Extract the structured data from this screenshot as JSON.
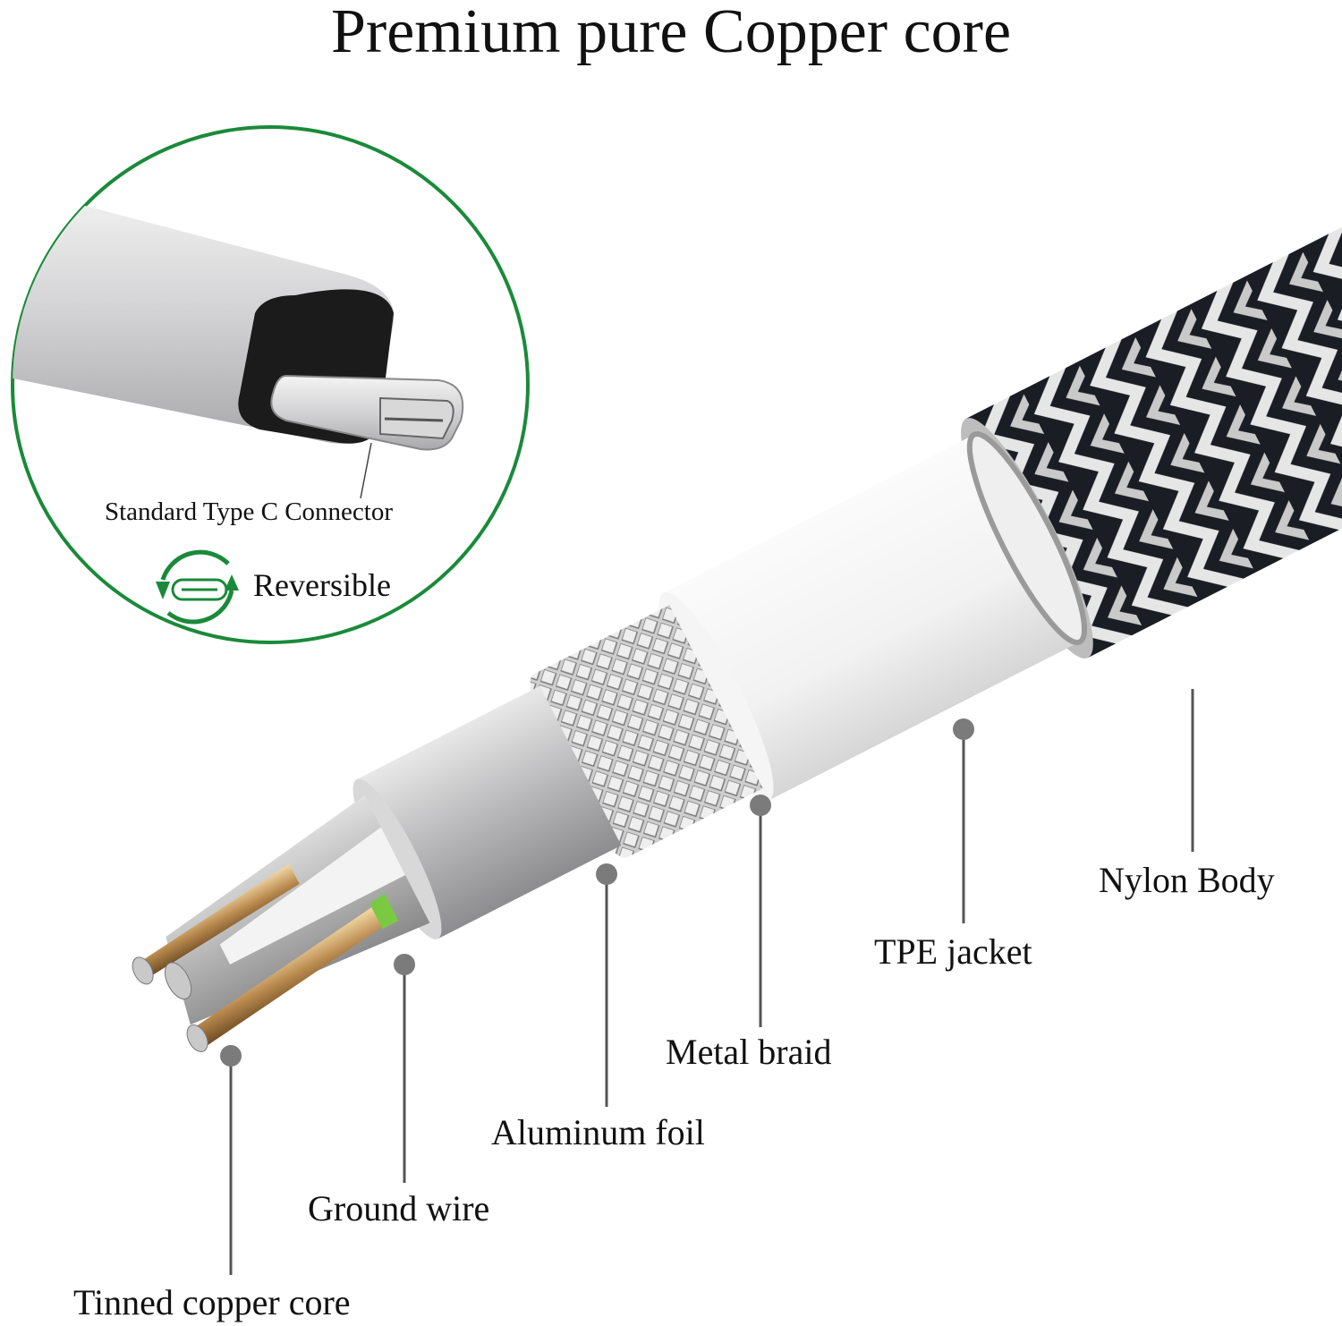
{
  "title": "Premium pure Copper core",
  "inset": {
    "connector_label": "Standard Type C Connector",
    "reversible_label": "Reversible",
    "reversible_icon": "rotate-arrows-usb-c-icon",
    "ring_color": "#1a8a3a"
  },
  "callouts": [
    {
      "label": "Tinned copper core"
    },
    {
      "label": "Ground wire"
    },
    {
      "label": "Aluminum foil"
    },
    {
      "label": "Metal braid"
    },
    {
      "label": "TPE jacket"
    },
    {
      "label": "Nylon Body"
    }
  ]
}
